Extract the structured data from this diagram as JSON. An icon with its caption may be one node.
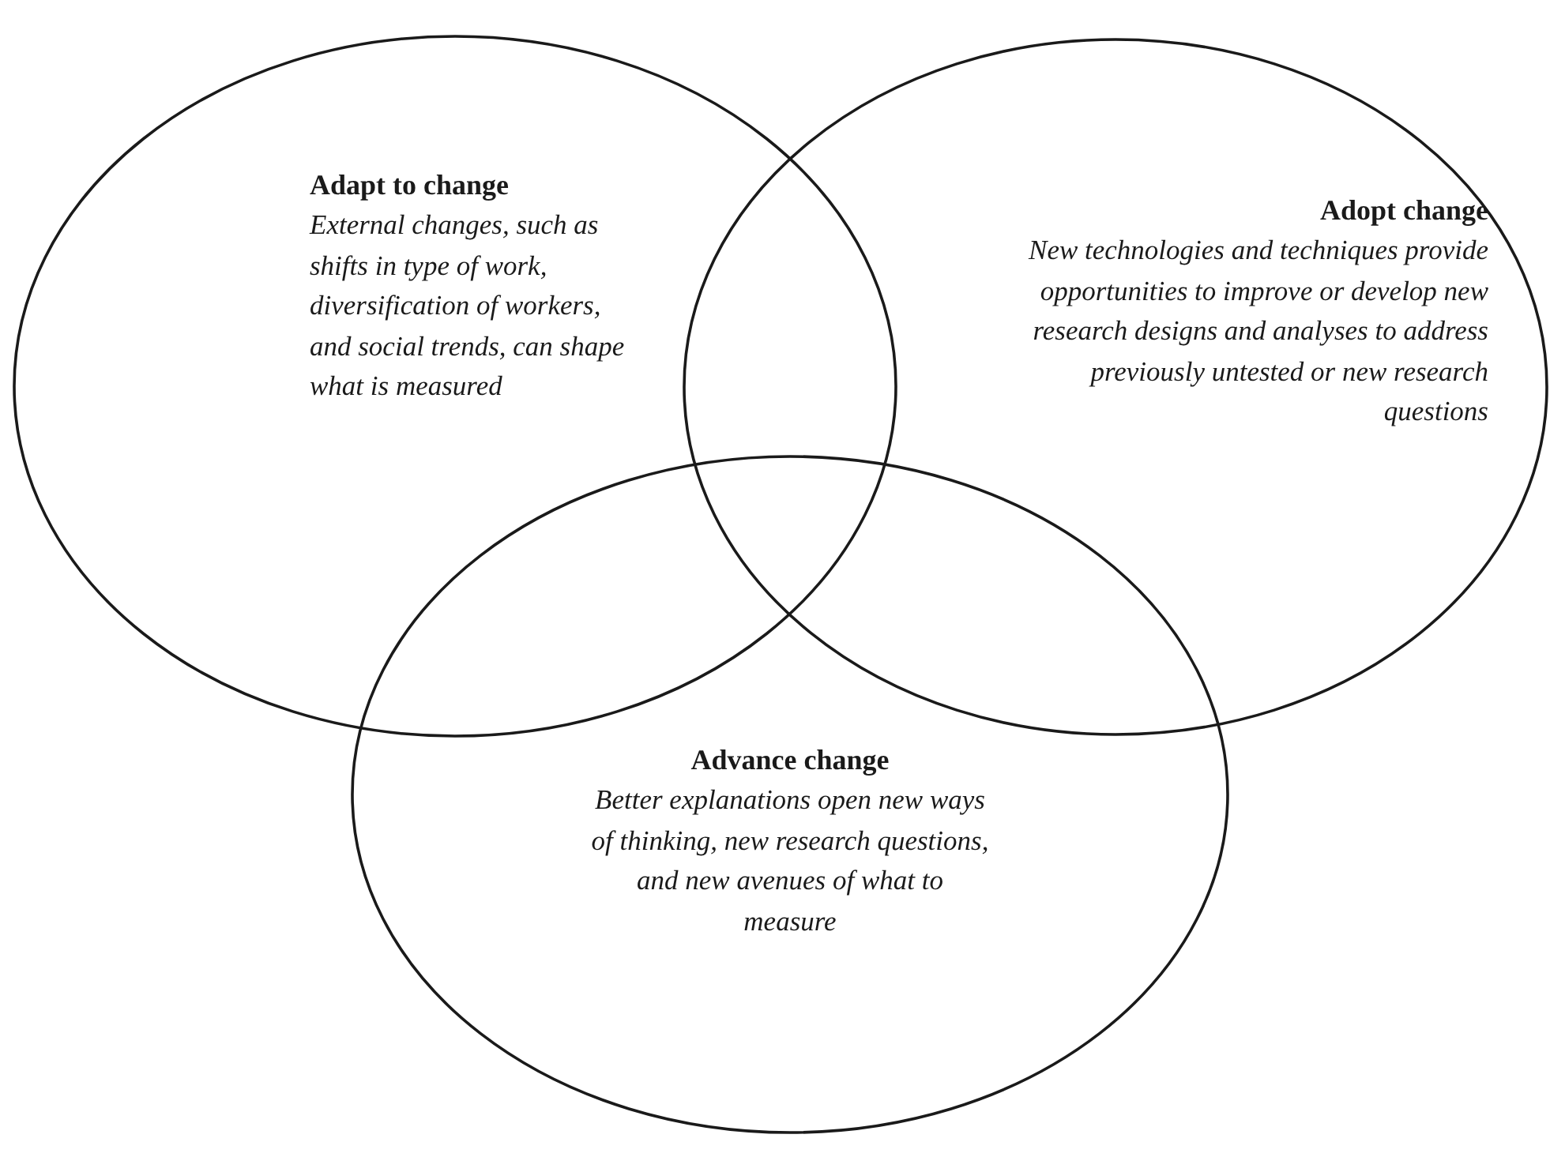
{
  "diagram": {
    "nodes": [
      {
        "text": [
          "Adapt to change",
          "External changes, such as shifts in type of work, diversification of workers, and social trends, can shape what is measured"
        ]
      },
      {
        "text": [
          "Adopt change",
          "New technologies and techniques provide opportunities to improve or develop new research designs and analyses to address previously untested or new research questions"
        ]
      },
      {
        "text": [
          "Advance change",
          "Better explanations open new ways of thinking, new research questions, and new avenues of what to measure"
        ]
      }
    ]
  }
}
